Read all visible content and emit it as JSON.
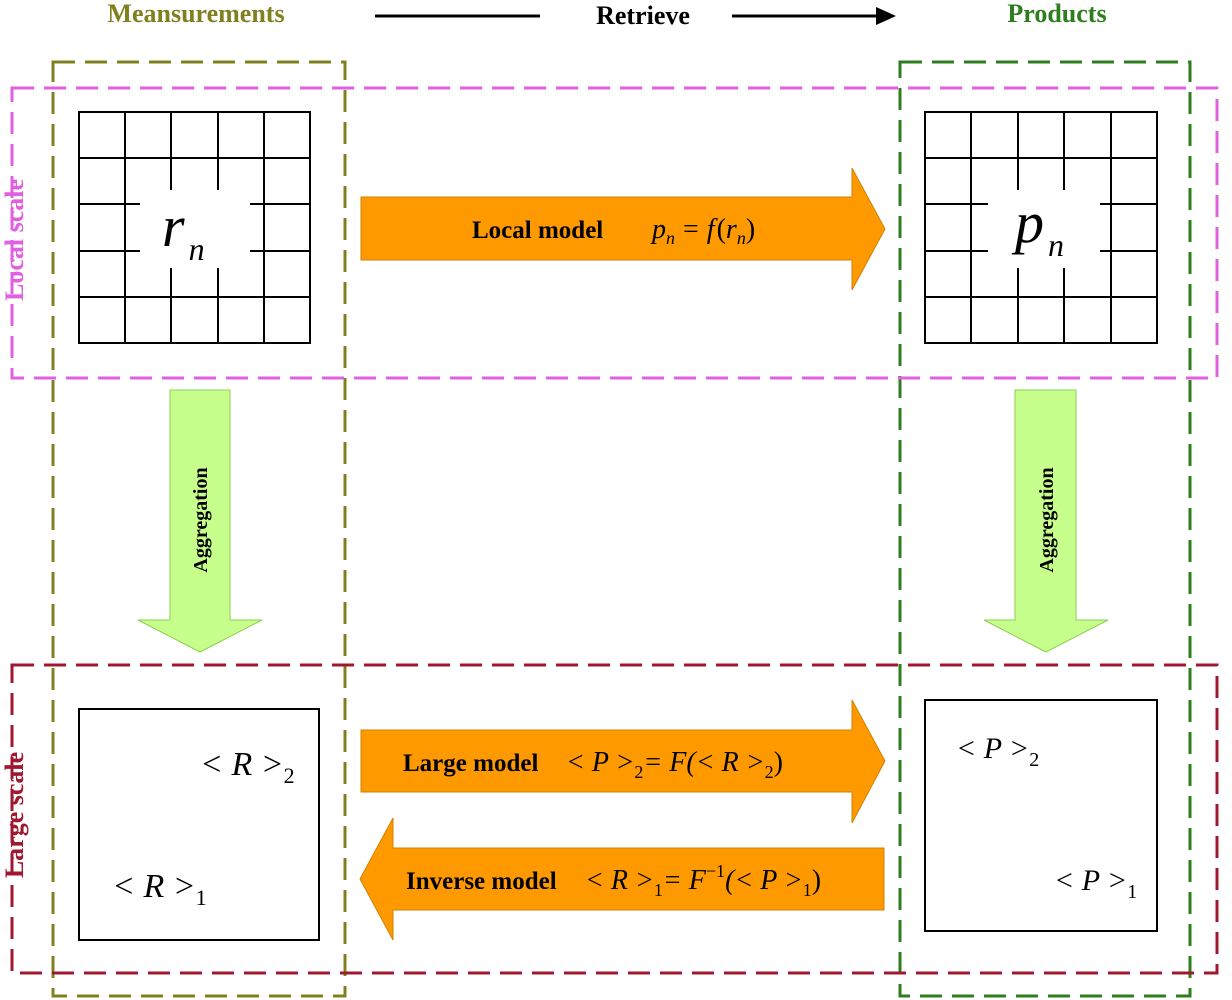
{
  "headers": {
    "measurements": "Meansurements",
    "retrieve": "Retrieve",
    "products": "Products"
  },
  "side_labels": {
    "local_scale": "Local scale",
    "large_scale": "Large scale"
  },
  "aggregation": {
    "left": "Aggregation",
    "right": "Aggregation"
  },
  "local_model": {
    "label": "Local model",
    "eq_lhs": "p",
    "eq_lhs_sub": "n",
    "eq_equals": "=",
    "eq_func": "f",
    "eq_open": "(",
    "eq_arg": "r",
    "eq_arg_sub": "n",
    "eq_close": ")"
  },
  "large_model": {
    "label": "Large model",
    "equation": "< P >",
    "sub1": "2",
    "mid": "= F(< R >",
    "sub2": "2",
    "close": ")"
  },
  "inverse_model": {
    "label": "Inverse model",
    "equation": "< R >",
    "sub1": "1",
    "mid": "= F",
    "sup": "−1",
    "mid2": "(< P >",
    "sub2": "1",
    "close": ")"
  },
  "grid_left": {
    "var": "r",
    "sub": "n"
  },
  "grid_right": {
    "var": "p",
    "sub": "n"
  },
  "box_left": {
    "top": "< R >",
    "top_sub": "2",
    "bottom": "< R >",
    "bottom_sub": "1"
  },
  "box_right": {
    "top": "< P >",
    "top_sub": "2",
    "bottom": "< P >",
    "bottom_sub": "1"
  },
  "colors": {
    "measurements": "#808020",
    "products": "#2e7d1e",
    "local_scale": "#e060e0",
    "large_scale": "#a01830",
    "orange_arrow": "#ff9900",
    "green_arrow": "#c6ff8c"
  }
}
